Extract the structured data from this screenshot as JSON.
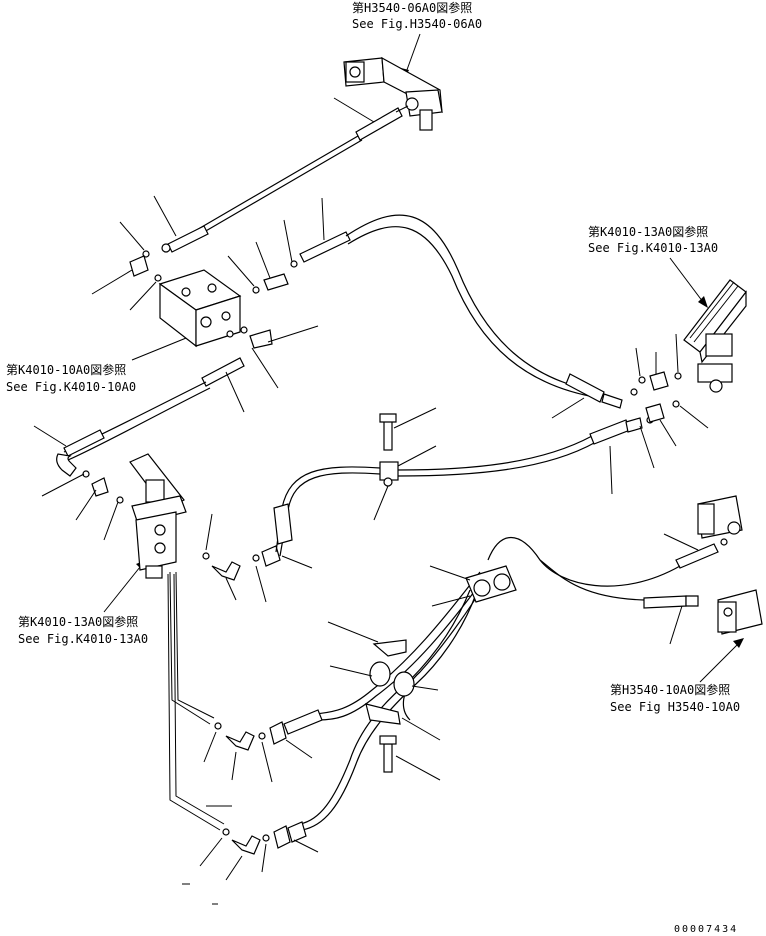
{
  "references": {
    "h3540_06a0": {
      "jp": "第H3540-06A0図参照",
      "en": "See Fig.H3540-06A0"
    },
    "k4010_13a0_top": {
      "jp": "第K4010-13A0図参照",
      "en": "See Fig.K4010-13A0"
    },
    "k4010_10a0": {
      "jp": "第K4010-10A0図参照",
      "en": "See Fig.K4010-10A0"
    },
    "k4010_13a0_left": {
      "jp": "第K4010-13A0図参照",
      "en": "See Fig.K4010-13A0"
    },
    "h3540_10a0": {
      "jp": "第H3540-10A0図参照",
      "en": "See Fig H3540-10A0"
    }
  },
  "drawing_id": "00007434"
}
